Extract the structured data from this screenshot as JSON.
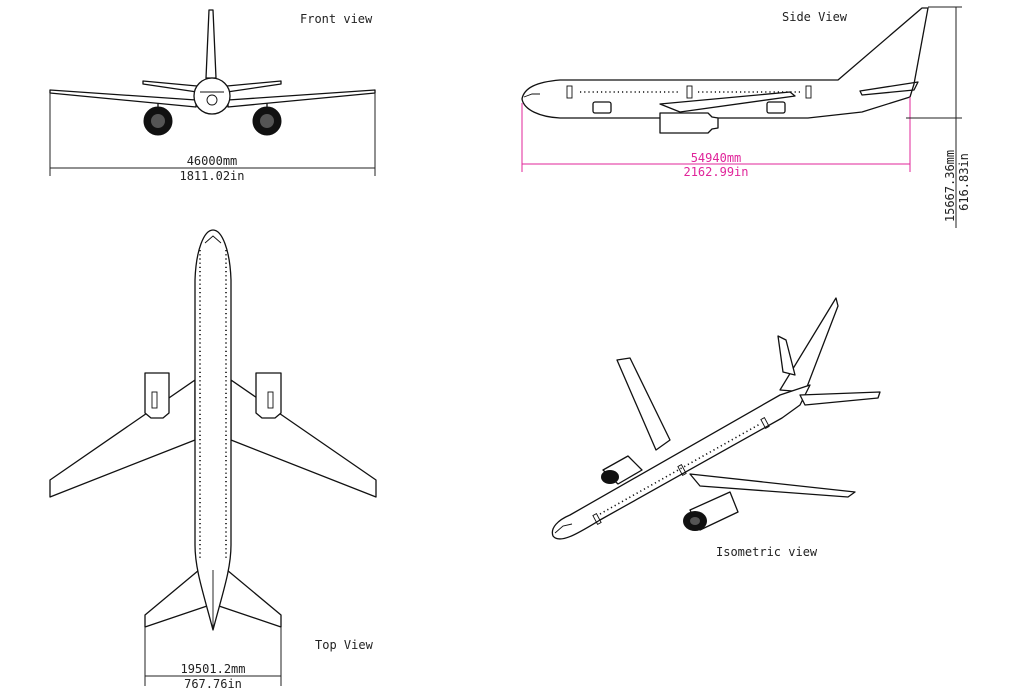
{
  "views": {
    "front": "Front view",
    "side": "Side View",
    "top": "Top View",
    "isometric": "Isometric view"
  },
  "dimensions": {
    "wingspan_mm": "46000mm",
    "wingspan_in": "1811.02in",
    "length_mm": "54940mm",
    "length_in": "2162.99in",
    "height_mm": "15667.36mm",
    "height_in": "616.83in",
    "tailspan_mm": "19501.2mm",
    "tailspan_in": "767.76in"
  },
  "colors": {
    "line": "#111111",
    "dimension": "#222222",
    "highlight_dimension": "#e0259a",
    "background": "#ffffff"
  }
}
